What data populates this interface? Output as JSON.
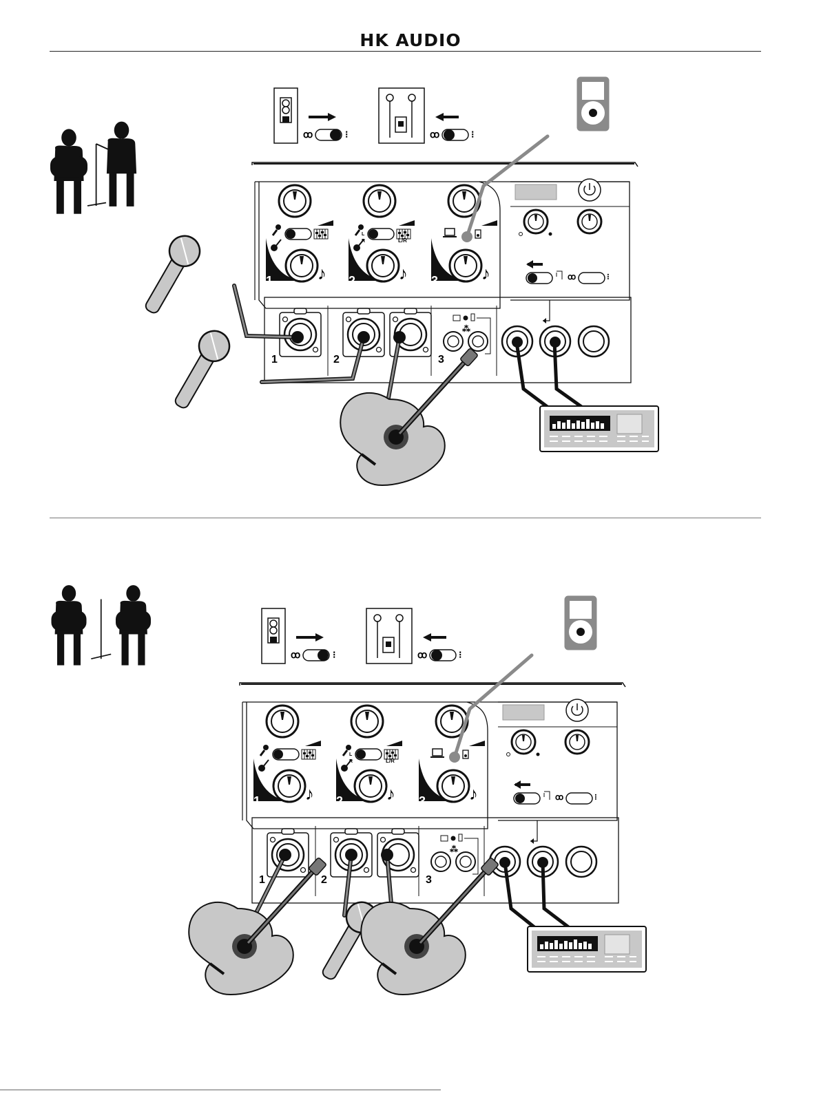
{
  "header": {
    "brand": "HK AUDIO"
  },
  "diagram_a": {
    "channels": [
      {
        "number": "1",
        "stereo_label": ""
      },
      {
        "number": "2",
        "stereo_label": "L/R"
      },
      {
        "number": "3",
        "stereo_label": ""
      }
    ],
    "switch_labels": {
      "l": "L",
      "r": "R"
    },
    "sources": [
      "microphone",
      "microphone",
      "acoustic-guitar",
      "media-player",
      "effects-processor"
    ]
  },
  "diagram_b": {
    "channels": [
      {
        "number": "1",
        "stereo_label": ""
      },
      {
        "number": "2",
        "stereo_label": "L/R"
      },
      {
        "number": "3",
        "stereo_label": ""
      }
    ],
    "switch_labels": {
      "l": "L",
      "r": "R"
    },
    "sources": [
      "acoustic-guitar",
      "microphone",
      "acoustic-guitar",
      "media-player",
      "effects-processor"
    ]
  },
  "colors": {
    "ink": "#111111",
    "cable_gray": "#8a8a8a",
    "panel_fill": "#ffffff",
    "device_gray": "#c8c8c8"
  }
}
